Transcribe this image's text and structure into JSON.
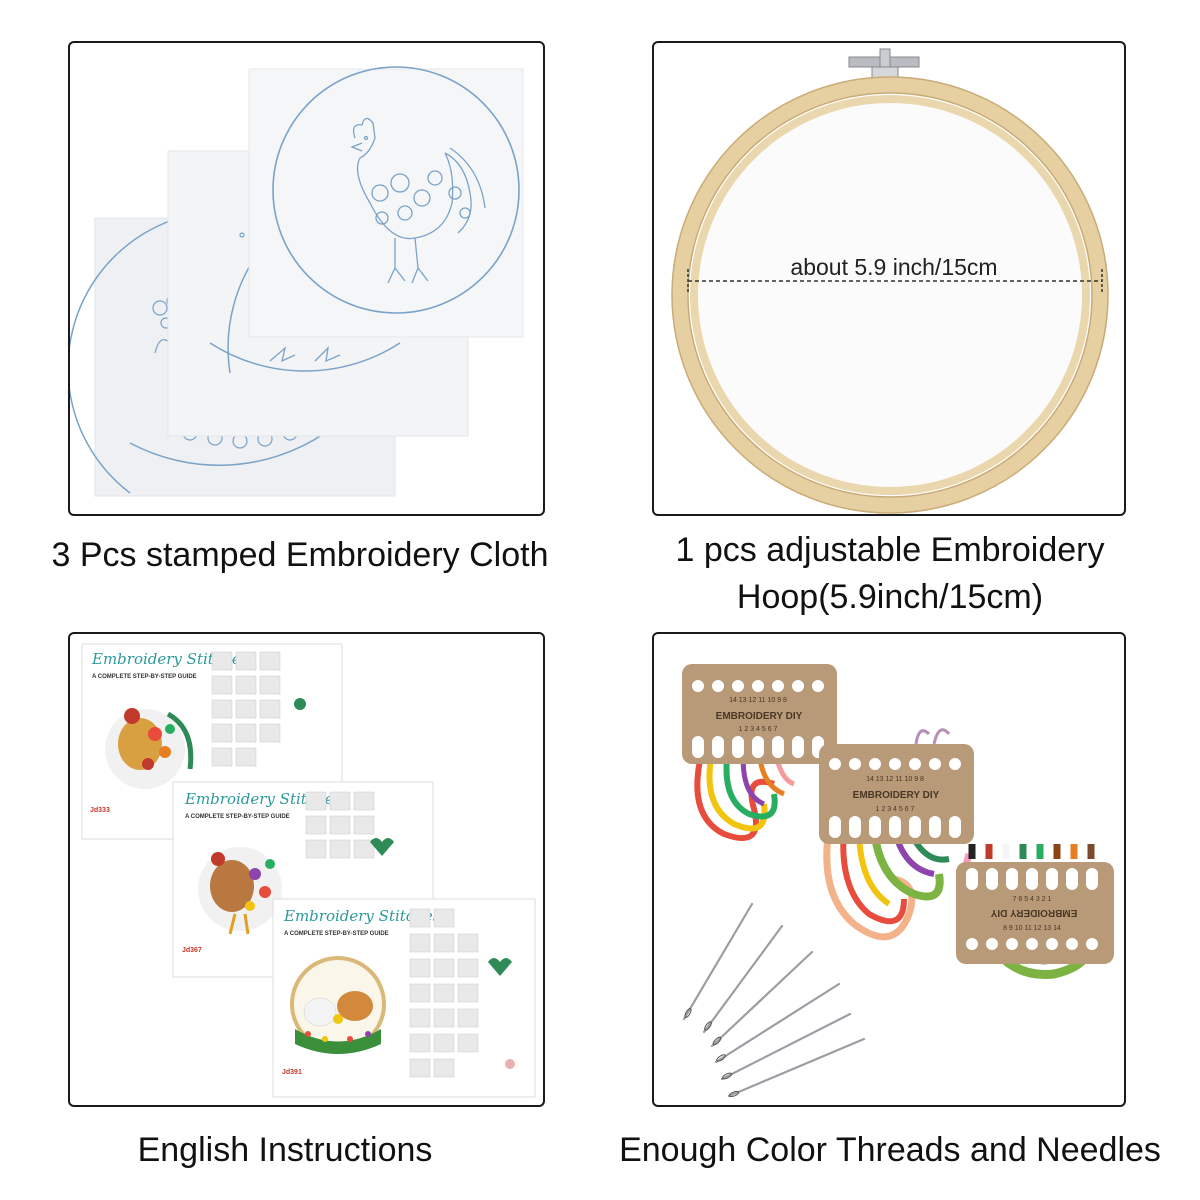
{
  "panels": {
    "cloth": {
      "caption": "3 Pcs stamped Embroidery Cloth",
      "pattern_color": "#7aa3c8"
    },
    "hoop": {
      "caption_line1": "1 pcs adjustable Embroidery",
      "caption_line2": "Hoop(5.9inch/15cm)",
      "measure_label": "about 5.9 inch/15cm",
      "wood_color": "#e6cfa0"
    },
    "instructions": {
      "caption": "English Instructions",
      "sheet_title": "Embroidery Stitches",
      "sheet_subtitle": "A COMPLETE STEP-BY-STEP GUIDE",
      "sheet_codes": [
        "Jd333",
        "Jd367",
        "Jd391"
      ],
      "title_color": "#2a9a9a"
    },
    "threads": {
      "caption": "Enough Color Threads and Needles",
      "card_label": "EMBROIDERY DIY",
      "card_numbers_top": [
        "14",
        "13",
        "12",
        "11",
        "10",
        "9",
        "8"
      ],
      "card_numbers_bottom": [
        "1",
        "2",
        "3",
        "4",
        "5",
        "6",
        "7"
      ],
      "card3_numbers_top": [
        "7",
        "6",
        "5",
        "4",
        "3",
        "2",
        "1"
      ],
      "card3_numbers_bottom": [
        "8",
        "9",
        "10",
        "11",
        "12",
        "13",
        "14"
      ],
      "card_color": "#b89a78"
    }
  }
}
